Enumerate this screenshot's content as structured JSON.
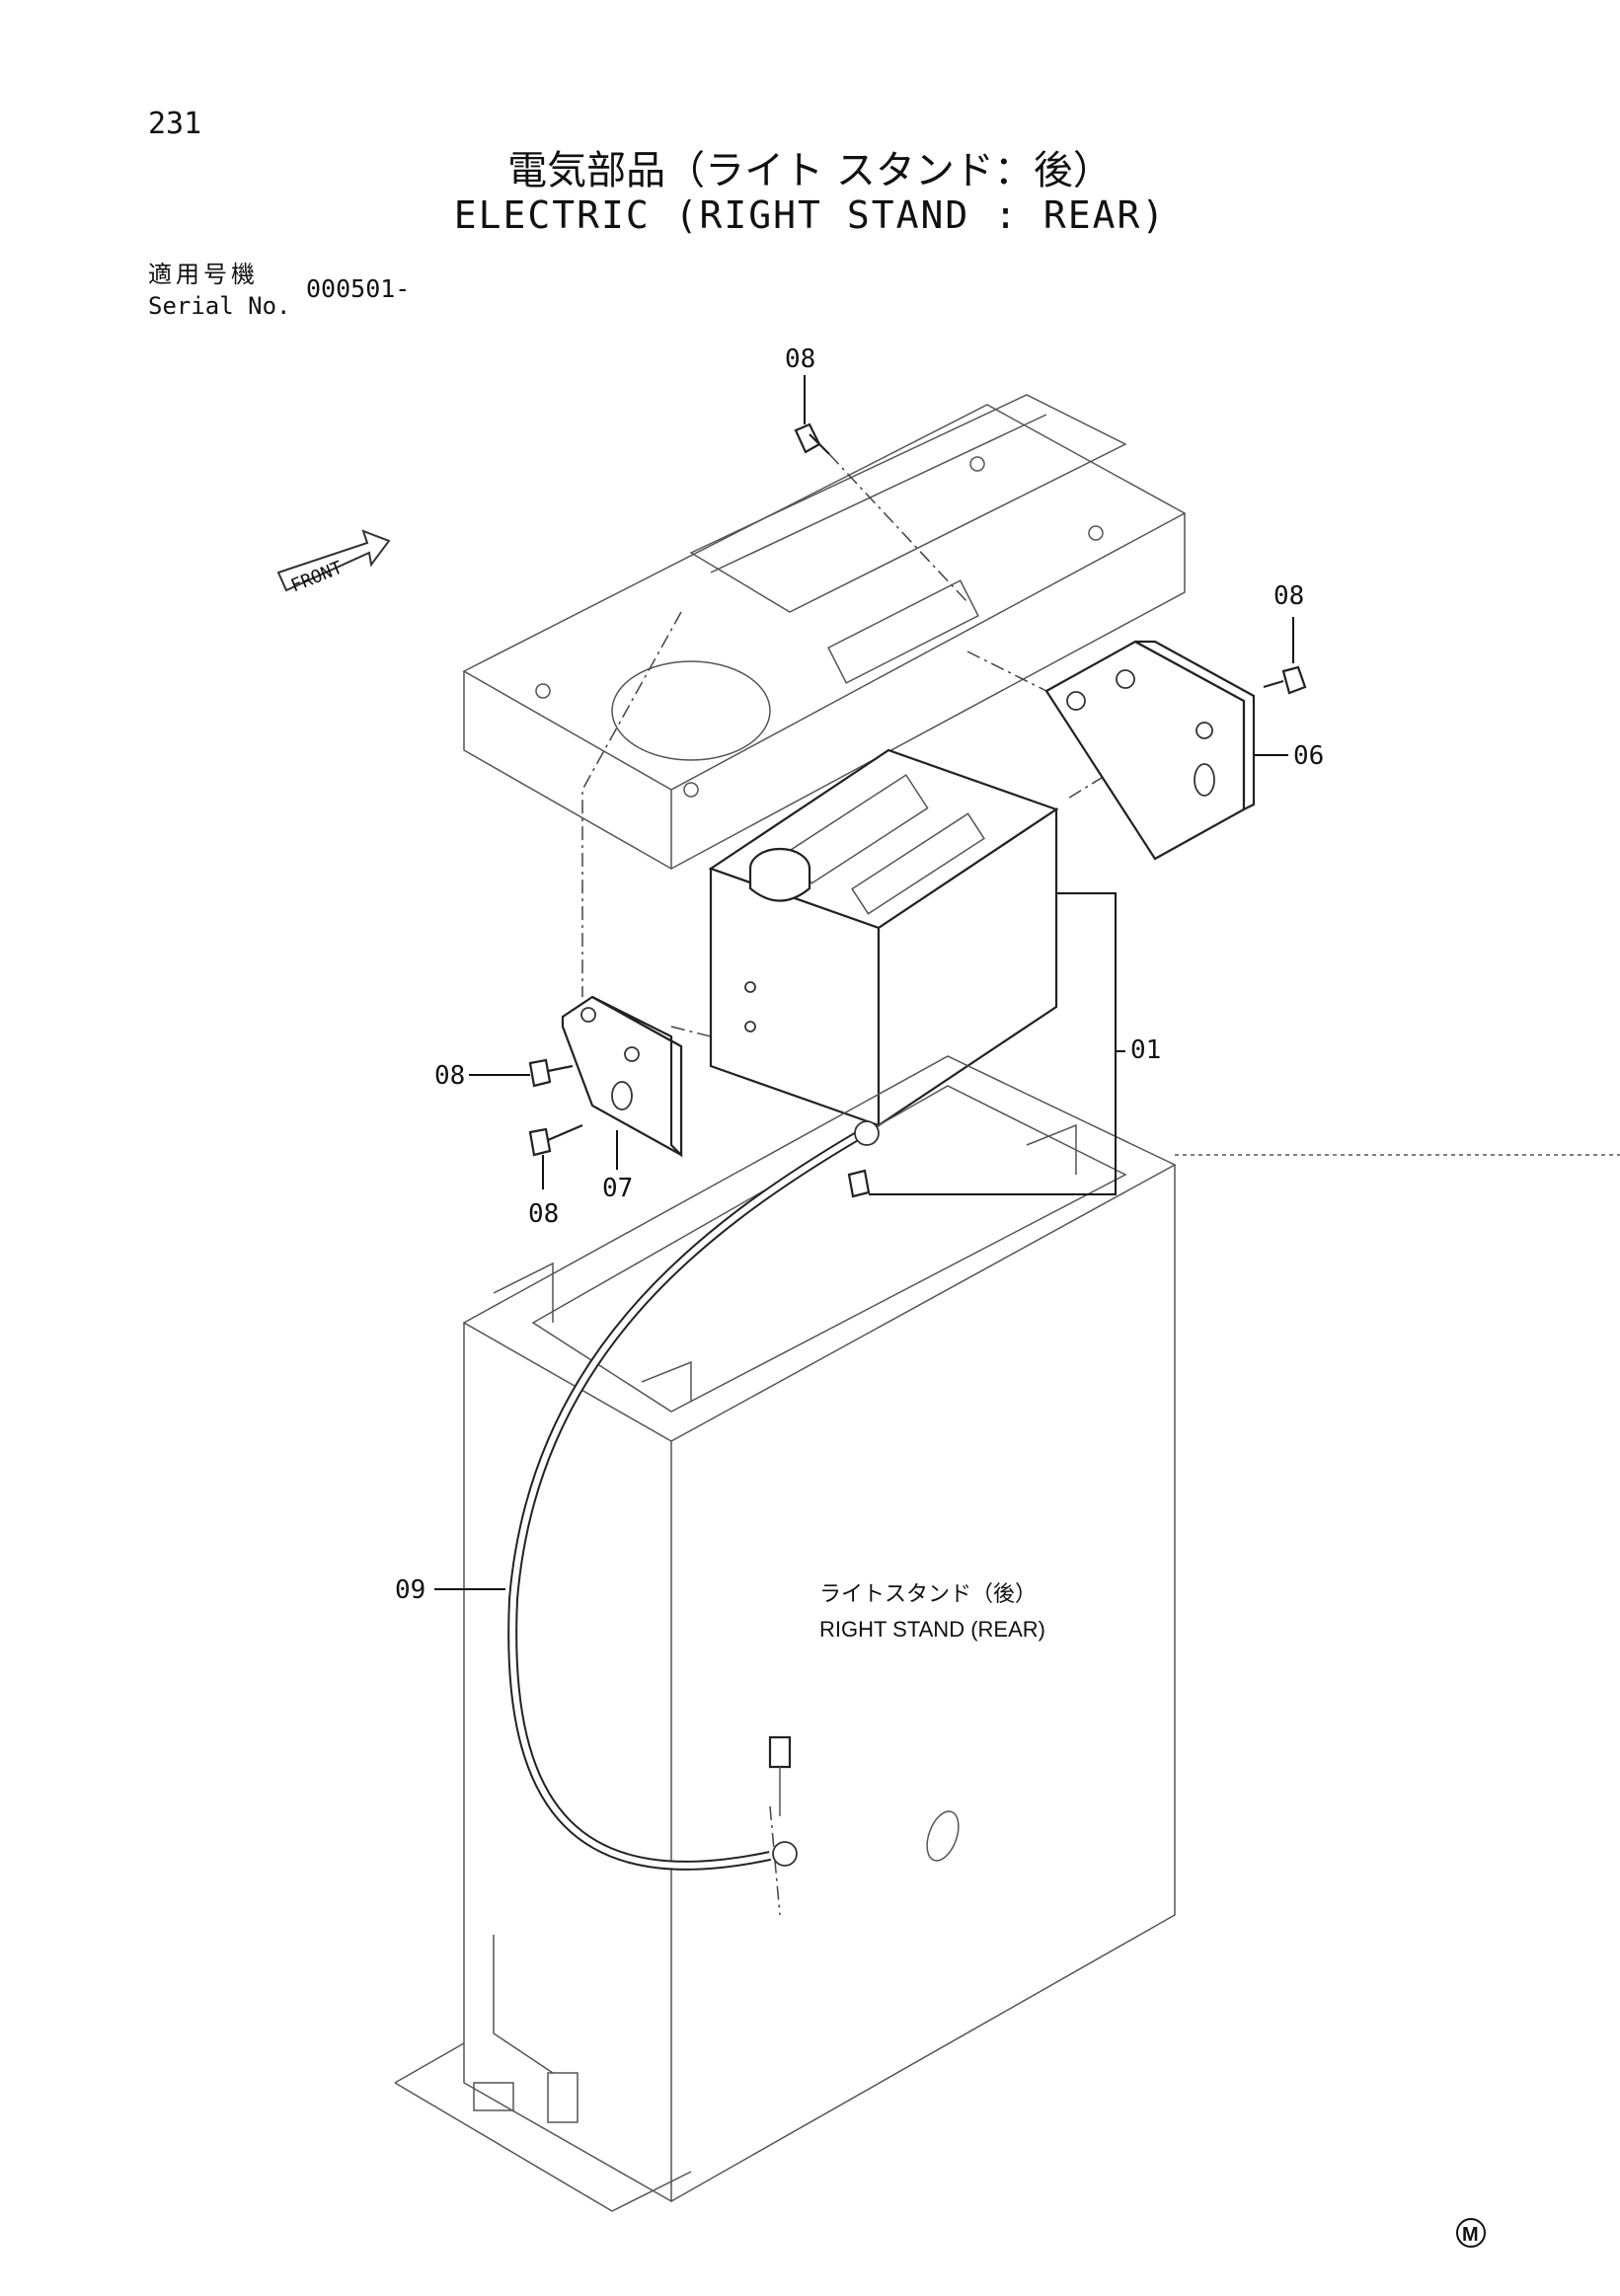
{
  "header": {
    "page_number": "231",
    "title_ja": "電気部品（ライト スタンド：後）",
    "title_en": "ELECTRIC (RIGHT STAND : REAR)"
  },
  "serial": {
    "label_ja": "適用号機",
    "label_en": "Serial No.",
    "value": "000501-"
  },
  "diagram": {
    "front_label": "FRONT",
    "callouts": {
      "c08_top": "08",
      "c08_right": "08",
      "c06": "06",
      "c01": "01",
      "c08_left": "08",
      "c08_bottom": "08",
      "c07": "07",
      "c09": "09"
    },
    "stand_label_ja": "ライトスタンド（後）",
    "stand_label_en": "RIGHT STAND (REAR)",
    "mark": "M"
  }
}
